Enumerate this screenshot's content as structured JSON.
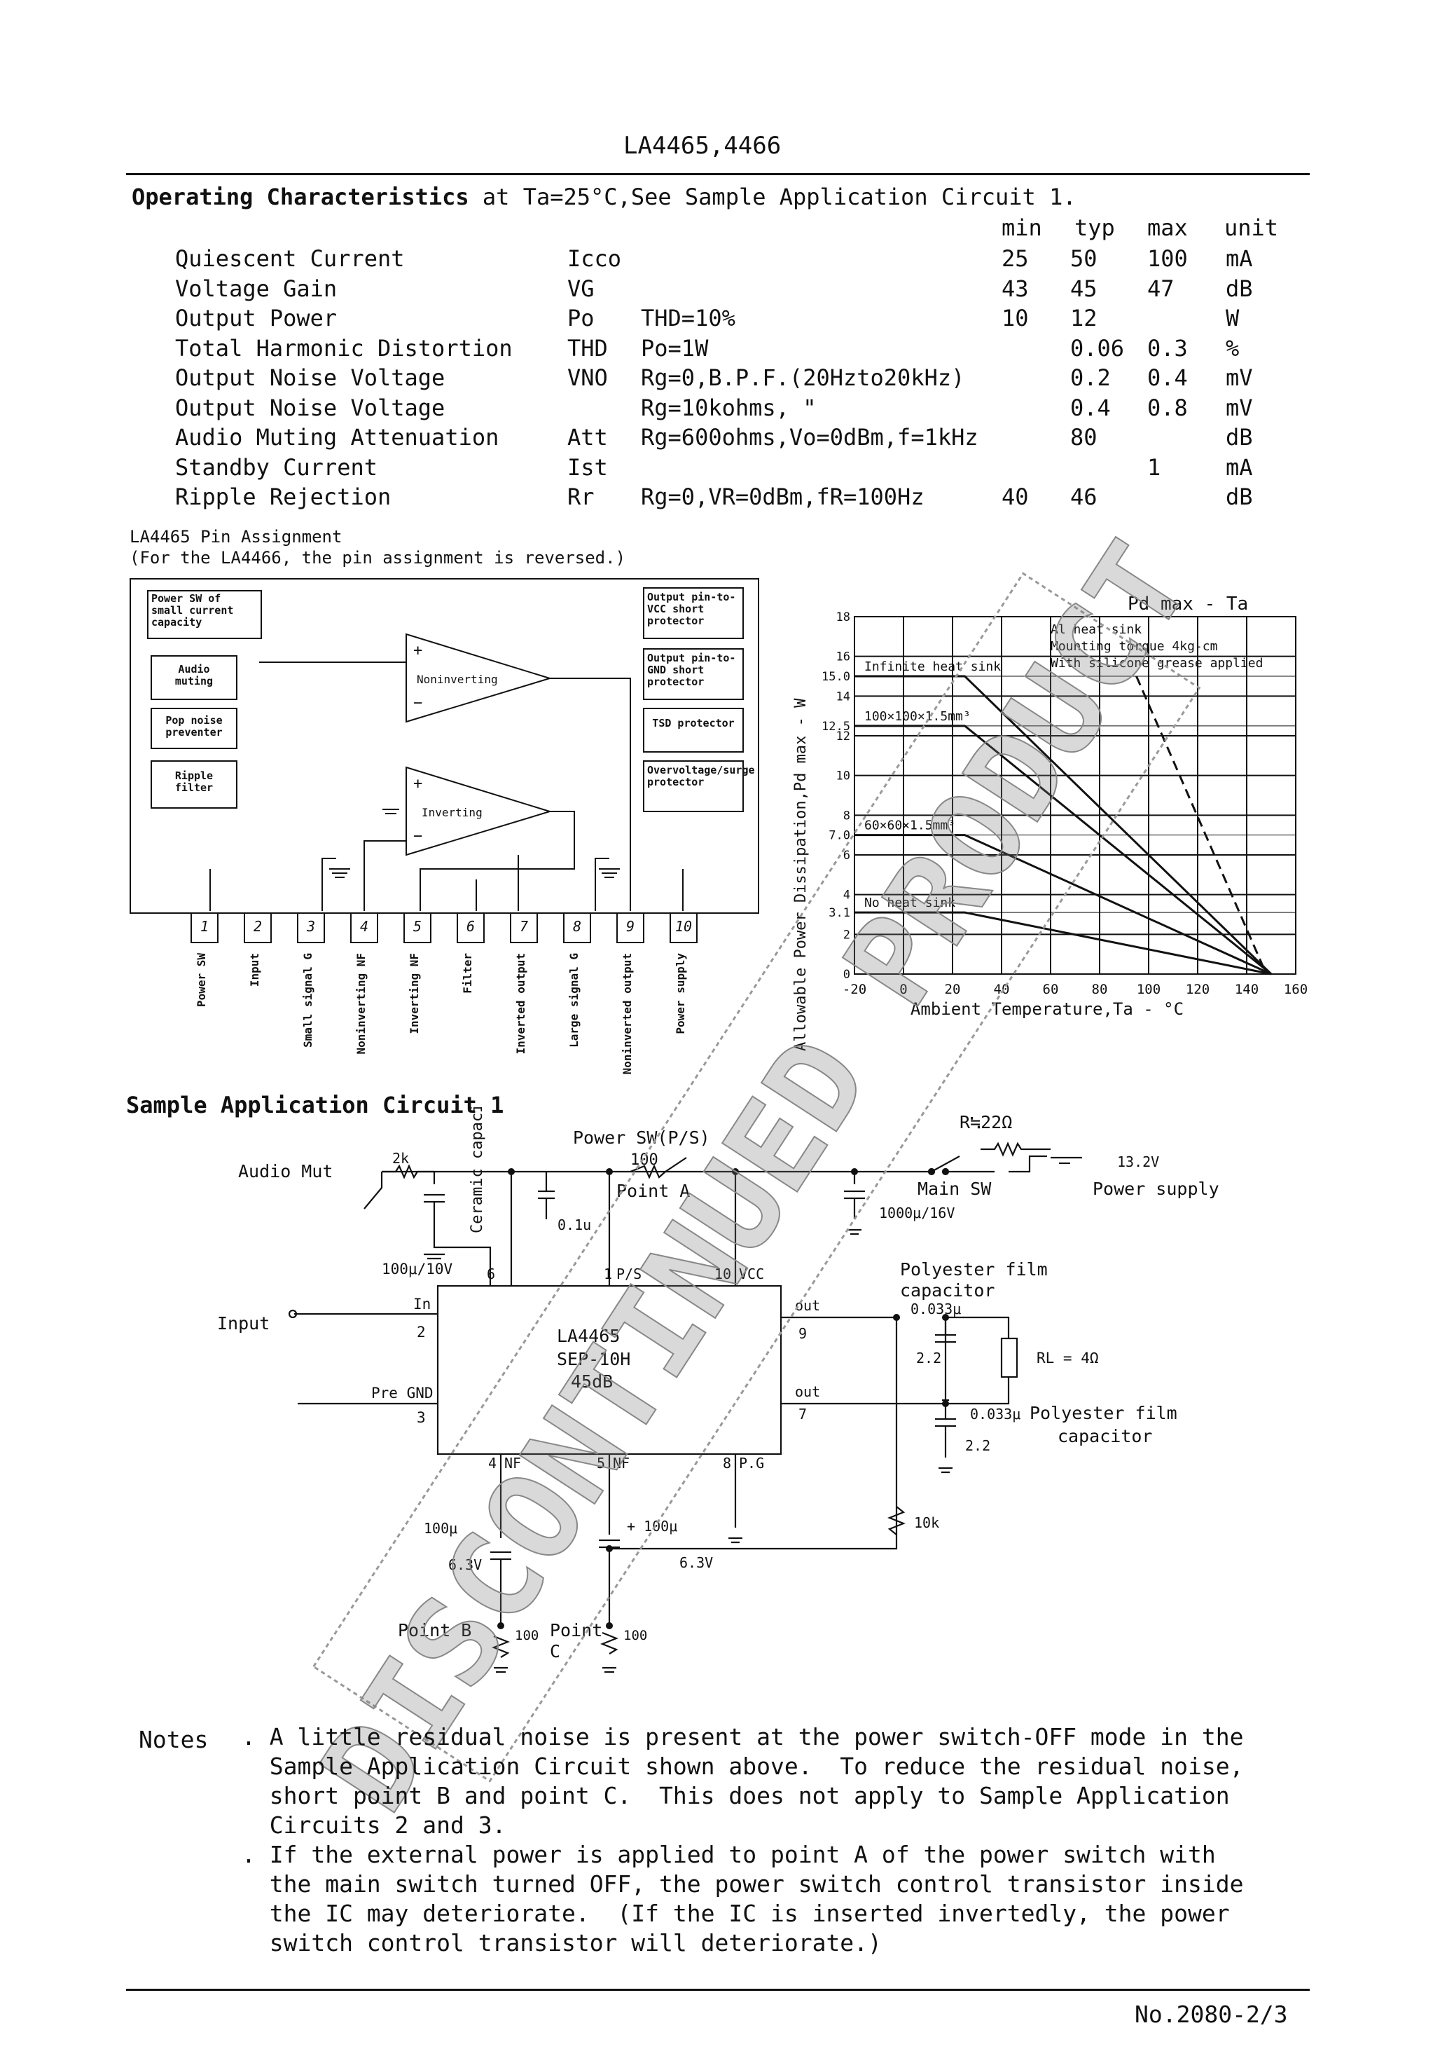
{
  "header": {
    "title": "LA4465,4466"
  },
  "op_char": {
    "title": "Operating Characteristics",
    "condition": "at Ta=25°C,See Sample Application Circuit 1.",
    "col_headers": [
      "min",
      "typ",
      "max",
      "unit"
    ],
    "rows": [
      {
        "name": "Quiescent Current",
        "sym": "Icco",
        "cond": "",
        "min": "25",
        "typ": "50",
        "max": "100",
        "unit": "mA"
      },
      {
        "name": "Voltage Gain",
        "sym": "VG",
        "cond": "",
        "min": "43",
        "typ": "45",
        "max": "47",
        "unit": "dB"
      },
      {
        "name": "Output Power",
        "sym": "Po",
        "cond": "THD=10%",
        "min": "10",
        "typ": "12",
        "max": "",
        "unit": "W"
      },
      {
        "name": "Total Harmonic Distortion",
        "sym": "THD",
        "cond": "Po=1W",
        "min": "",
        "typ": "0.06",
        "max": "0.3",
        "unit": "%"
      },
      {
        "name": "Output Noise Voltage",
        "sym": "VNO",
        "cond": "Rg=0,B.P.F.(20Hzto20kHz)",
        "min": "",
        "typ": "0.2",
        "max": "0.4",
        "unit": "mV"
      },
      {
        "name": "Output Noise Voltage",
        "sym": "",
        "cond": "Rg=10kohms,         \"",
        "min": "",
        "typ": "0.4",
        "max": "0.8",
        "unit": "mV"
      },
      {
        "name": "Audio Muting Attenuation",
        "sym": "Att",
        "cond": "Rg=600ohms,Vo=0dBm,f=1kHz",
        "min": "",
        "typ": "80",
        "max": "",
        "unit": "dB"
      },
      {
        "name": "Standby Current",
        "sym": "Ist",
        "cond": "",
        "min": "",
        "typ": "",
        "max": "1",
        "unit": "mA"
      },
      {
        "name": "Ripple Rejection",
        "sym": "Rr",
        "cond": "Rg=0,VR=0dBm,fR=100Hz",
        "min": "40",
        "typ": "46",
        "max": "",
        "unit": "dB"
      }
    ]
  },
  "pin_assign": {
    "title": "LA4465 Pin Assignment",
    "subtitle": "(For the LA4466, the pin assignment is reversed.)",
    "left_boxes": [
      "Power SW of small current capacity",
      "Audio muting",
      "Pop noise preventer",
      "Ripple filter"
    ],
    "right_boxes": [
      "Output pin-to-VCC short protector",
      "Output pin-to-GND short protector",
      "TSD protector",
      "Overvoltage/surge protector"
    ],
    "amp_noninv": "Noninverting",
    "amp_inv": "Inverting",
    "pins": [
      "1",
      "2",
      "3",
      "4",
      "5",
      "6",
      "7",
      "8",
      "9",
      "10"
    ],
    "pin_names": [
      "Power SW",
      "Input",
      "Small signal G",
      "Noninverting NF",
      "Inverting NF",
      "Filter",
      "Inverted output",
      "Large signal G",
      "Noninverted output",
      "Power supply"
    ]
  },
  "chart_data": {
    "type": "line",
    "title": "Pd max - Ta",
    "xlabel": "Ambient Temperature,Ta - °C",
    "ylabel": "Allowable Power Dissipation,Pd max - W",
    "xlim": [
      -20,
      160
    ],
    "ylim": [
      0,
      18
    ],
    "x_ticks": [
      "-20",
      "0",
      "20",
      "40",
      "60",
      "80",
      "100",
      "120",
      "140",
      "160"
    ],
    "y_ticks": [
      "0",
      "2",
      "3.1",
      "4",
      "6",
      "7.0",
      "8",
      "10",
      "12",
      "12.5",
      "14",
      "15.0",
      "16",
      "18"
    ],
    "legend_note": [
      "Al heat sink",
      "Mounting torque 4kg-cm",
      "With silicone grease applied"
    ],
    "series": [
      {
        "name": "Infinite heat sink",
        "x": [
          -20,
          25,
          150
        ],
        "y": [
          15.0,
          15.0,
          0
        ]
      },
      {
        "name": "100×100×1.5mm³",
        "x": [
          -20,
          25,
          150
        ],
        "y": [
          12.5,
          12.5,
          0
        ]
      },
      {
        "name": "60×60×1.5mm³",
        "x": [
          -20,
          25,
          150
        ],
        "y": [
          7.0,
          7.0,
          0
        ]
      },
      {
        "name": "No heat sink",
        "x": [
          -20,
          25,
          150
        ],
        "y": [
          3.1,
          3.1,
          0
        ]
      }
    ]
  },
  "circuit": {
    "title": "Sample Application Circuit 1",
    "labels": {
      "audio_mute": "Audio Mut",
      "r2k": "2k",
      "ceramic": "Ceramic capacitor",
      "power_sw": "Power SW(P/S)",
      "r100": "100",
      "point_a": "Point A",
      "c01": "0.1u",
      "r22": "R≒22Ω",
      "main_sw": "Main SW",
      "c1000": "1000μ/16V",
      "v132": "13.2V",
      "power_supply": "Power supply",
      "c100_10": "100μ/10V",
      "pin6": "6",
      "pin1": "1",
      "ps": "P/S",
      "pin10": "10",
      "vcc": "VCC",
      "input": "Input",
      "in": "In",
      "pin2": "2",
      "ic1": "LA4465",
      "ic2": "SEP-10H",
      "ic3": "45dB",
      "pregnd": "Pre GND",
      "pin3": "3",
      "out1": "out",
      "pin9": "9",
      "out2": "out",
      "pin7": "7",
      "pin4": "4",
      "nf1": "NF",
      "pin5": "5",
      "nf2": "NF",
      "pin8": "8",
      "pg": "P.G",
      "polyfilm1": "Polyester film",
      "capacitor1": "capacitor",
      "c0033a": "0.033μ",
      "r22a": "2.2",
      "rl": "RL = 4Ω",
      "c0033b": "0.033μ",
      "polyfilm2": "Polyester film",
      "capacitor2": "capacitor",
      "r22b": "2.2",
      "r10k": "10k",
      "c100_63a": "100μ",
      "c100_63a_v": "6.3V",
      "c100_63b": "+ 100μ",
      "c100_63b_v": "6.3V",
      "point_b": "Point B",
      "rb": "100",
      "point_c": "Point",
      "point_c2": "C",
      "rc": "100"
    }
  },
  "watermark": "DISCONTINUED PRODUCT",
  "notes": {
    "label": "Notes",
    "items": [
      ". A little residual noise is present at the power switch-OFF mode in the\n  Sample Application Circuit shown above.  To reduce the residual noise,\n  short point B and point C.  This does not apply to Sample Application\n  Circuits 2 and 3.",
      ". If the external power is applied to point A of the power switch with\n  the main switch turned OFF, the power switch control transistor inside\n  the IC may deteriorate.  (If the IC is inserted invertedly, the power\n  switch control transistor will deteriorate.)"
    ]
  },
  "footer": {
    "doc_no": "No.2080-2/3"
  }
}
